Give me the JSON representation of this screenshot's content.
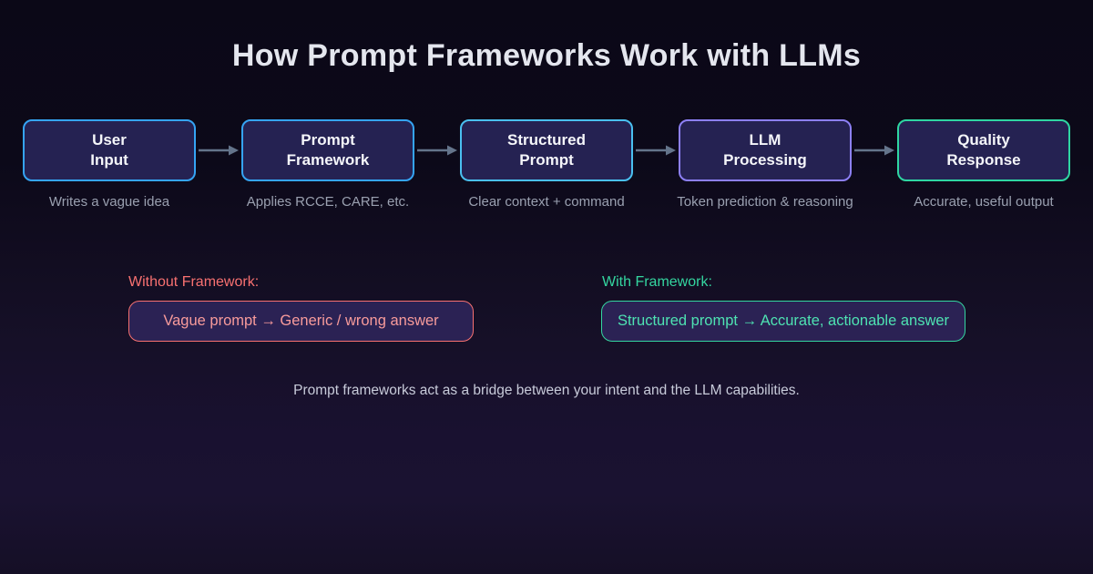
{
  "title": "How Prompt Frameworks Work with LLMs",
  "flow": {
    "steps": [
      {
        "id": "user-input",
        "label": "User\nInput",
        "caption": "Writes a vague idea",
        "border_color": "#35a4f4"
      },
      {
        "id": "prompt-framework",
        "label": "Prompt\nFramework",
        "caption": "Applies RCCE, CARE, etc.",
        "border_color": "#35a4f4"
      },
      {
        "id": "structured-prompt",
        "label": "Structured\nPrompt",
        "caption": "Clear context + command",
        "border_color": "#4ac0f0"
      },
      {
        "id": "llm-processing",
        "label": "LLM\nProcessing",
        "caption": "Token prediction & reasoning",
        "border_color": "#8d80f6"
      },
      {
        "id": "quality-response",
        "label": "Quality\nResponse",
        "caption": "Accurate, useful output",
        "border_color": "#2fd6a2"
      }
    ],
    "arrow_color": "#64748b"
  },
  "comparison": {
    "without": {
      "label": "Without Framework:",
      "text": "Vague prompt → Generic / wrong answer",
      "accent_color": "#f87171",
      "text_color": "#f89b9b"
    },
    "with": {
      "label": "With Framework:",
      "text": "Structured prompt → Accurate, actionable answer",
      "accent_color": "#34d6a0",
      "text_color": "#4ee2b2"
    }
  },
  "footer_note": "Prompt frameworks act as a bridge between your intent and the LLM capabilities.",
  "colors": {
    "background_top": "#0b0817",
    "background_bottom": "#1a1231",
    "box_fill": "#252252",
    "comparison_box_fill": "#2b2254",
    "title_color": "#e4e6ee",
    "caption_color": "#9aa0b0",
    "body_text_color": "#c8cbda"
  }
}
